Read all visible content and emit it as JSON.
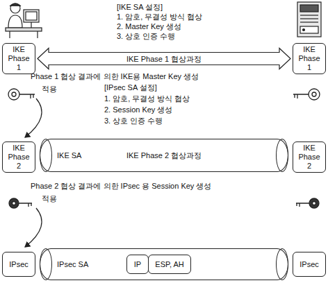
{
  "diagram": {
    "nodes": [
      {
        "text": [
          "IKE Phase 1"
        ]
      },
      {
        "text": [
          "IKE Phase 1"
        ]
      },
      {
        "text": [
          "IKE Phase 2"
        ]
      },
      {
        "text": [
          "IKE SA",
          "IKE Phase 2 협상과정"
        ]
      },
      {
        "text": [
          "IKE Phase 2"
        ]
      },
      {
        "text": [
          "IPsec"
        ]
      },
      {
        "text": [
          "IPsec SA"
        ]
      },
      {
        "text": [
          "IP"
        ],
        "in": 6
      },
      {
        "text": [
          "ESP, AH"
        ],
        "in": 6
      },
      {
        "text": [
          "IPsec"
        ]
      }
    ],
    "edges": [
      {
        "from": 0,
        "to": 1,
        "label": "IKE Phase 1 협상과정",
        "arrow": "both"
      }
    ],
    "labels": [
      "[IKE SA 설정]",
      "1. 암호, 무결성 방식 협상",
      "2. Master Key 생성",
      "3. 상호 인증 수행",
      "Phase 1 협상 결과에 의한 IKE용 Master Key 생성",
      "적용",
      "[IPsec SA 설정]",
      "1. 암호, 무결성 방식 협상",
      "2. Session Key 생성",
      "3. 상호 인증 수행",
      "Phase 2 협상 결과에 의한 IPsec 용 Session Key 생성",
      "적용"
    ]
  }
}
